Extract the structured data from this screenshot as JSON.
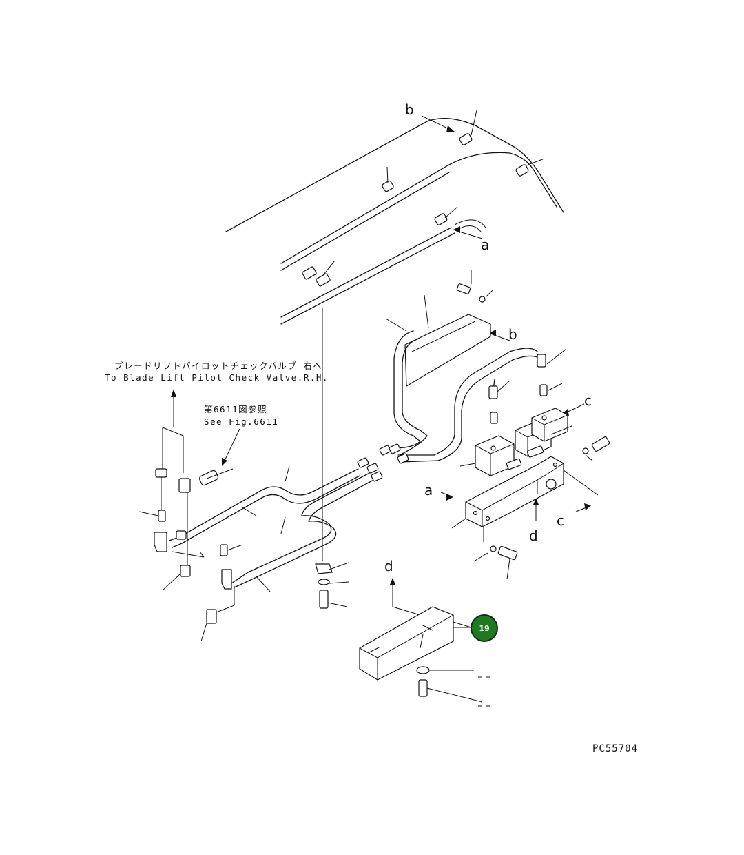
{
  "notes": {
    "pilot_jp": "ブレードリフトパイロットチェックバルブ 右へ",
    "pilot_en": "To Blade Lift Pilot Check Valve.R.H.",
    "fig_jp": "第6611図参照",
    "fig_en": "See Fig.6611"
  },
  "labels": {
    "a": "a",
    "b": "b",
    "c": "c",
    "d": "d"
  },
  "callout": {
    "number": "19",
    "color": "#1f7a1f"
  },
  "drawing_code": "PC55704"
}
